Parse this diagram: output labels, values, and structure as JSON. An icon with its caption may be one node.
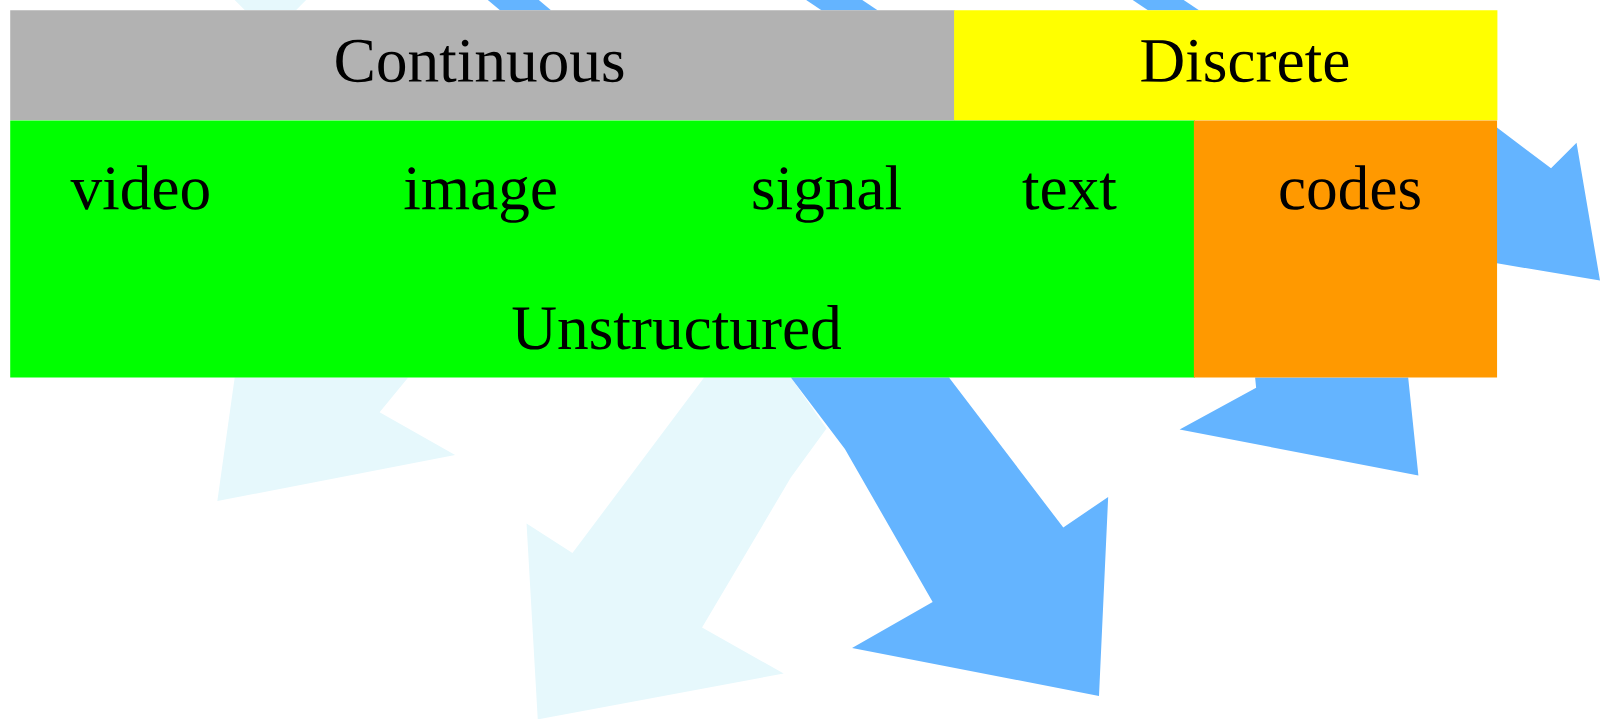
{
  "diagram": {
    "nodes": [
      {
        "text": [
          "Continuous"
        ]
      },
      {
        "text": [
          "Discrete"
        ]
      },
      {
        "text": [
          "video",
          "image",
          "signal",
          "text",
          "Unstructured"
        ]
      },
      {
        "text": [
          "codes"
        ]
      }
    ]
  }
}
